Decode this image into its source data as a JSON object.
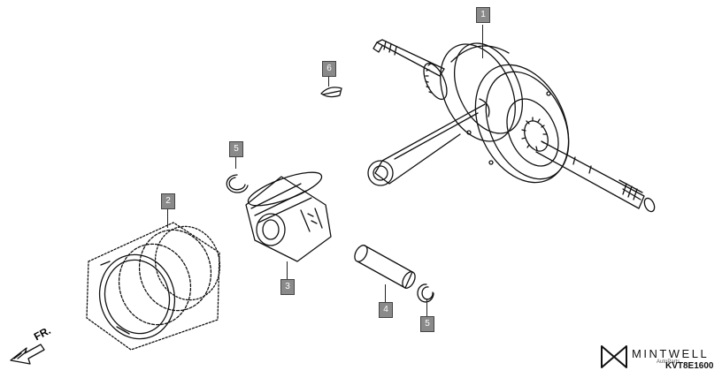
{
  "callouts": {
    "crankshaft": "1",
    "piston_ring_set": "2",
    "piston": "3",
    "piston_pin": "4",
    "clip_upper": "5",
    "clip_lower": "5",
    "woodruff_key": "6"
  },
  "front_label": "FR.",
  "brand": {
    "name": "MINTWELL",
    "sub": "AutoParts"
  },
  "diagram_code": "KVT8E1600"
}
